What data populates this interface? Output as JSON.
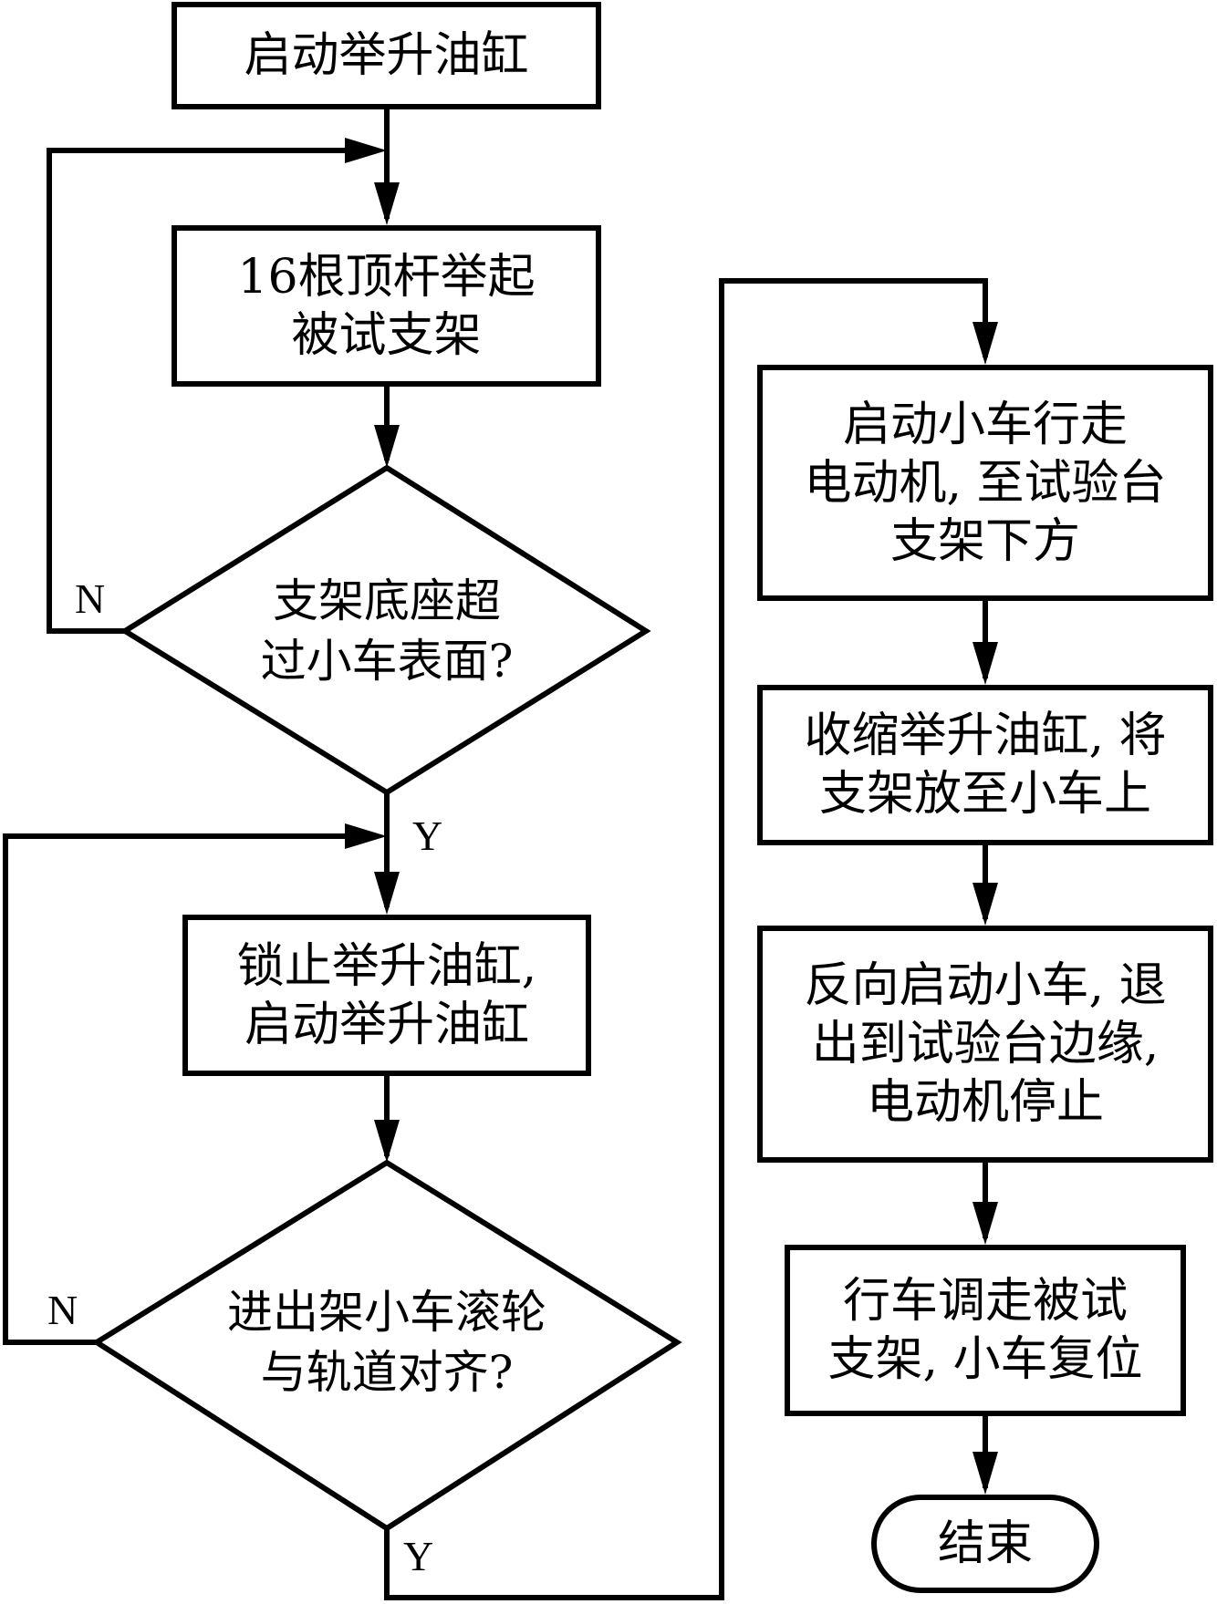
{
  "diagram": {
    "type": "flowchart",
    "nodes": {
      "start_lift": {
        "lines": [
          "启动举升油缸"
        ]
      },
      "raise_support": {
        "lines": [
          "16根顶杆举起",
          "被试支架"
        ]
      },
      "check_base": {
        "lines": [
          "支架底座超",
          "过小车表面?"
        ]
      },
      "lock_cylinder": {
        "lines": [
          "锁止举升油缸,",
          "启动举升油缸"
        ]
      },
      "check_align": {
        "lines": [
          "进出架小车滚轮",
          "与轨道对齐?"
        ]
      },
      "start_cart": {
        "lines": [
          "启动小车行走",
          "电动机, 至试验台",
          "支架下方"
        ]
      },
      "retract": {
        "lines": [
          "收缩举升油缸, 将",
          "支架放至小车上"
        ]
      },
      "reverse": {
        "lines": [
          "反向启动小车, 退",
          "出到试验台边缘,",
          "电动机停止"
        ]
      },
      "crane": {
        "lines": [
          "行车调走被试",
          "支架, 小车复位"
        ]
      },
      "end": {
        "lines": [
          "结束"
        ]
      }
    },
    "branch_labels": {
      "check_base_no": "N",
      "check_base_yes": "Y",
      "check_align_no": "N",
      "check_align_yes": "Y"
    },
    "edges": [
      [
        "start_lift",
        "raise_support"
      ],
      [
        "raise_support",
        "check_base"
      ],
      [
        "check_base",
        "raise_support",
        "N"
      ],
      [
        "check_base",
        "lock_cylinder",
        "Y"
      ],
      [
        "lock_cylinder",
        "check_align"
      ],
      [
        "check_align",
        "lock_cylinder",
        "N"
      ],
      [
        "check_align",
        "start_cart",
        "Y"
      ],
      [
        "start_cart",
        "retract"
      ],
      [
        "retract",
        "reverse"
      ],
      [
        "reverse",
        "crane"
      ],
      [
        "crane",
        "end"
      ]
    ]
  }
}
